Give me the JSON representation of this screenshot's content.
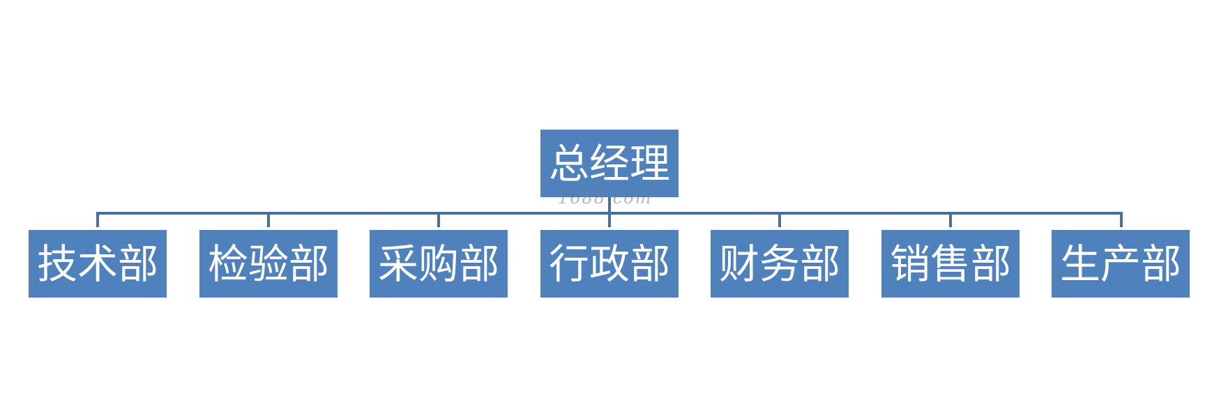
{
  "org_chart": {
    "root": {
      "label": "总经理"
    },
    "departments": [
      {
        "label": "技术部"
      },
      {
        "label": "检验部"
      },
      {
        "label": "采购部"
      },
      {
        "label": "行政部"
      },
      {
        "label": "财务部"
      },
      {
        "label": "销售部"
      },
      {
        "label": "生产部"
      }
    ],
    "watermark": "1688.com",
    "colors": {
      "box_fill": "#4f81bd",
      "box_text": "#ffffff",
      "connector": "#4a6f9e",
      "background": "#ffffff"
    }
  }
}
